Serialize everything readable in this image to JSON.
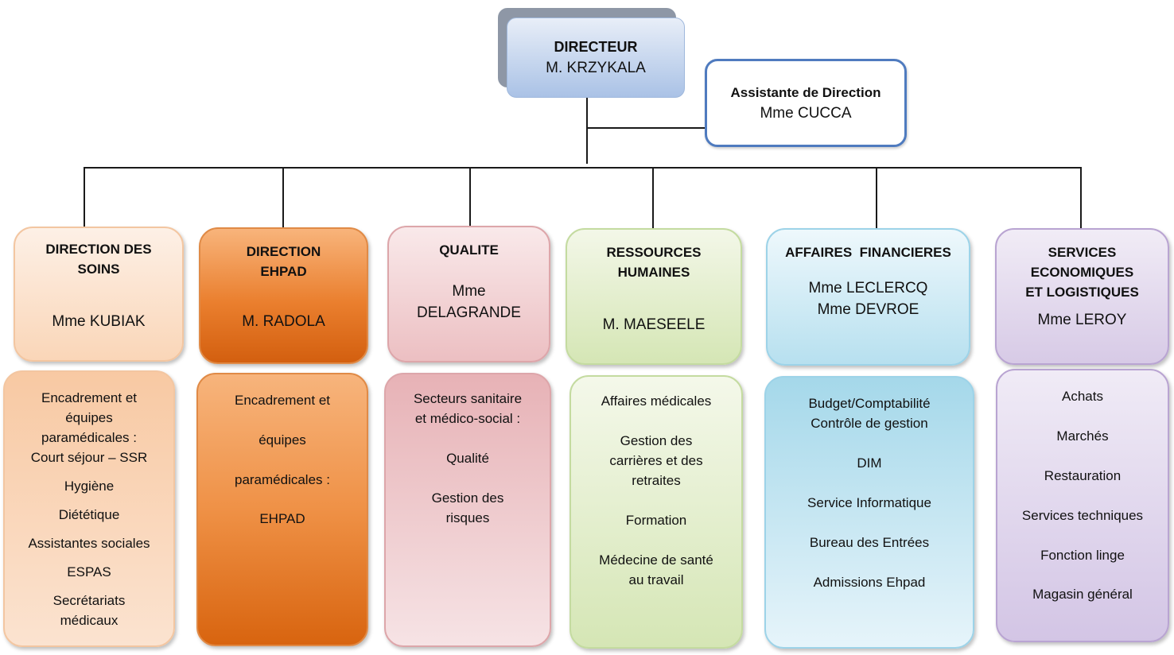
{
  "director": {
    "title": "DIRECTEUR",
    "name": "M. KRZYKALA"
  },
  "assistant": {
    "title": "Assistante de Direction",
    "name": "Mme CUCCA"
  },
  "departments": [
    {
      "title": "DIRECTION DES\nSOINS",
      "name": "Mme KUBIAK",
      "items": [
        "Encadrement et\néquipes\nparamédicales :\nCourt séjour – SSR",
        "Hygiène",
        "Diététique",
        "Assistantes sociales",
        "ESPAS",
        "Secrétariats\nmédicaux"
      ]
    },
    {
      "title": "DIRECTION\nEHPAD",
      "name": "M. RADOLA",
      "items": [
        "Encadrement et",
        "équipes",
        "paramédicales :",
        "EHPAD"
      ]
    },
    {
      "title": "QUALITE",
      "name": "Mme\nDELAGRANDE",
      "items": [
        "Secteurs sanitaire\net médico-social :",
        "Qualité",
        "Gestion des\nrisques"
      ]
    },
    {
      "title": "RESSOURCES\nHUMAINES",
      "name": "M. MAESEELE",
      "items": [
        "Affaires médicales",
        "Gestion des\ncarrières et des\nretraites",
        "Formation",
        "Médecine de santé\nau travail"
      ]
    },
    {
      "title": "AFFAIRES  FINANCIERES",
      "name": "Mme LECLERCQ\nMme DEVROE",
      "items": [
        "Budget/Comptabilité\nContrôle de gestion",
        "DIM",
        "Service Informatique",
        "Bureau des Entrées",
        "Admissions Ehpad"
      ]
    },
    {
      "title": "SERVICES\nECONOMIQUES\nET LOGISTIQUES",
      "name": "Mme LEROY",
      "items": [
        "Achats",
        "Marchés",
        "Restauration",
        "Services techniques",
        "Fonction linge",
        "Magasin général"
      ]
    }
  ]
}
